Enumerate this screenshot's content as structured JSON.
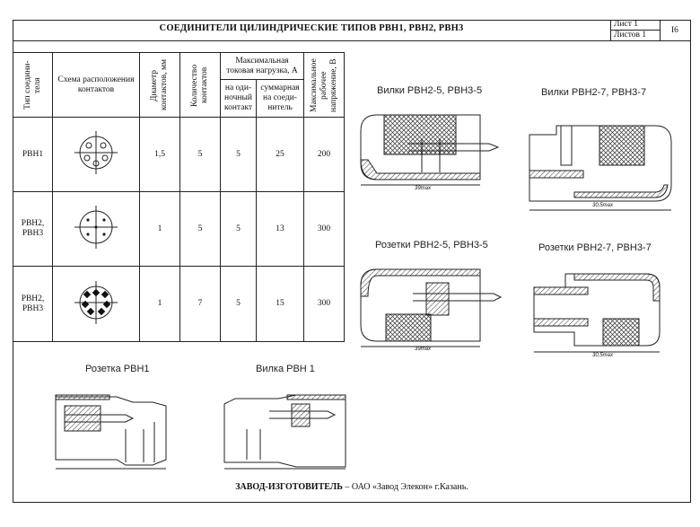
{
  "header": {
    "title": "СОЕДИНИТЕЛИ ЦИЛИНДРИЧЕСКИЕ ТИПОВ РВН1, РВН2, РВН3",
    "sheet": "Лист  1",
    "sheets": "Листов 1",
    "page": "I6"
  },
  "table": {
    "headers": {
      "type": "Тип соедини-теля",
      "scheme": "Схема расположения контактов",
      "diameter": "Диаметр контактов, мм",
      "count": "Количество контактов",
      "max_current": "Максимальная токовая нагрузка, А",
      "single": "на оди-ночный контакт",
      "total": "суммарная на соеди-нитель",
      "voltage": "Максимальное рабочее напряжение, В"
    },
    "rows": [
      {
        "type": "РВН1",
        "diameter": "1,5",
        "count": "5",
        "single": "5",
        "total": "25",
        "voltage": "200"
      },
      {
        "type": "РВН2, РВН3",
        "diameter": "1",
        "count": "5",
        "single": "5",
        "total": "13",
        "voltage": "300"
      },
      {
        "type": "РВН2, РВН3",
        "diameter": "1",
        "count": "7",
        "single": "5",
        "total": "15",
        "voltage": "300"
      }
    ]
  },
  "drawings": {
    "plug_25": {
      "label": "Вилки РВН2-5, РВН3-5",
      "dim": "39max"
    },
    "plug_27": {
      "label": "Вилки РВН2-7, РВН3-7",
      "dim": "30,5max"
    },
    "socket_25": {
      "label": "Розетки РВН2-5, РВН3-5",
      "dim": "39max"
    },
    "socket_27": {
      "label": "Розетки РВН2-7, РВН3-7",
      "dim": "30,5max"
    },
    "socket_1": {
      "label": "Розетка РВН1"
    },
    "plug_1": {
      "label": "Вилка РВН 1"
    }
  },
  "footer": {
    "bold": "ЗАВОД-ИЗГОТОВИТЕЛЬ",
    "text": " – ОАО «Завод Элекон» г.Казань."
  }
}
